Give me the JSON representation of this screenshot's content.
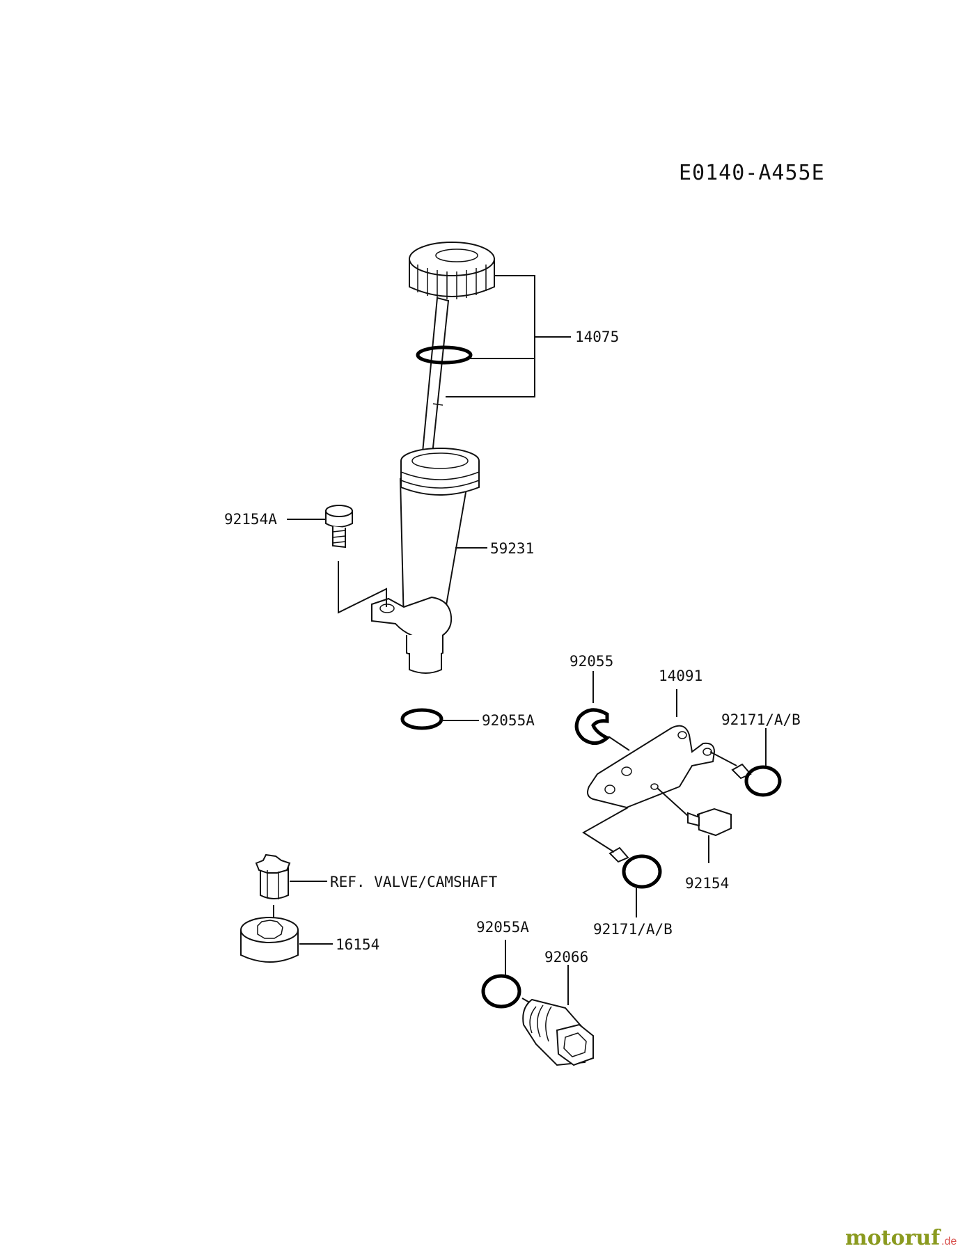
{
  "diagram": {
    "code": "E0140-A455E",
    "labels": {
      "p14075": "14075",
      "p59231": "59231",
      "p92154A": "92154A",
      "p92055A_top": "92055A",
      "p92055": "92055",
      "p14091": "14091",
      "p92171_right": "92171/A/B",
      "p92154": "92154",
      "p92171_bottom": "92171/A/B",
      "p_ref": "REF. VALVE/CAMSHAFT",
      "p16154": "16154",
      "p92055A_bottom": "92055A",
      "p92066": "92066"
    }
  },
  "watermark": {
    "text_main": "motoruf",
    "text_suffix": ".de",
    "colors": {
      "main": "#8a9a1f",
      "dot": "#d9534f"
    }
  }
}
